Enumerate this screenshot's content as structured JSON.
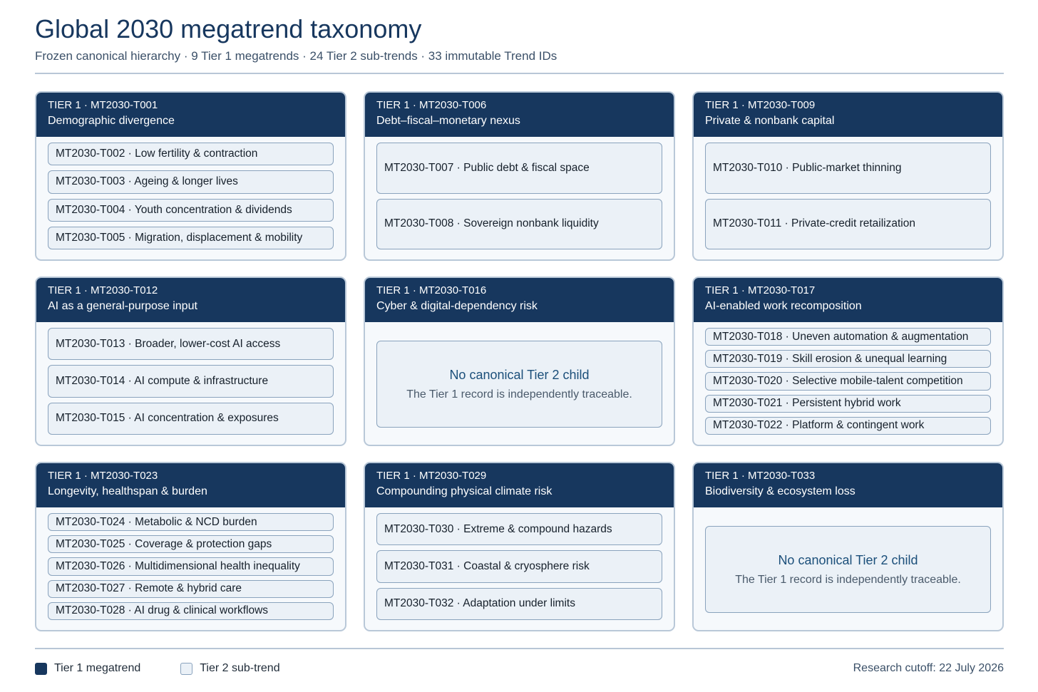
{
  "header": {
    "title": "Global 2030 megatrend taxonomy",
    "subtitle": "Frozen canonical hierarchy · 9 Tier 1 megatrends · 24 Tier 2 sub-trends · 33 immutable Trend IDs"
  },
  "empty_state": {
    "title": "No canonical Tier 2 child",
    "note": "The Tier 1 record is independently traceable."
  },
  "cards": [
    {
      "id_label": "TIER 1 · MT2030-T001",
      "name": "Demographic divergence",
      "children": [
        "MT2030-T002 · Low fertility & contraction",
        "MT2030-T003 · Ageing & longer lives",
        "MT2030-T004 · Youth concentration & dividends",
        "MT2030-T005 · Migration, displacement & mobility"
      ]
    },
    {
      "id_label": "TIER 1 · MT2030-T006",
      "name": "Debt–fiscal–monetary nexus",
      "children": [
        "MT2030-T007 · Public debt & fiscal space",
        "MT2030-T008 · Sovereign nonbank liquidity"
      ]
    },
    {
      "id_label": "TIER 1 · MT2030-T009",
      "name": "Private & nonbank capital",
      "children": [
        "MT2030-T010 · Public-market thinning",
        "MT2030-T011 · Private-credit retailization"
      ]
    },
    {
      "id_label": "TIER 1 · MT2030-T012",
      "name": "AI as a general-purpose input",
      "children": [
        "MT2030-T013 · Broader, lower-cost AI access",
        "MT2030-T014 · AI compute & infrastructure",
        "MT2030-T015 · AI concentration & exposures"
      ]
    },
    {
      "id_label": "TIER 1 · MT2030-T016",
      "name": "Cyber & digital-dependency risk",
      "children": []
    },
    {
      "id_label": "TIER 1 · MT2030-T017",
      "name": "AI-enabled work recomposition",
      "children": [
        "MT2030-T018 · Uneven automation & augmentation",
        "MT2030-T019 · Skill erosion & unequal learning",
        "MT2030-T020 · Selective mobile-talent competition",
        "MT2030-T021 · Persistent hybrid work",
        "MT2030-T022 · Platform & contingent work"
      ]
    },
    {
      "id_label": "TIER 1 · MT2030-T023",
      "name": "Longevity, healthspan & burden",
      "children": [
        "MT2030-T024 · Metabolic & NCD burden",
        "MT2030-T025 · Coverage & protection gaps",
        "MT2030-T026 · Multidimensional health inequality",
        "MT2030-T027 · Remote & hybrid care",
        "MT2030-T028 · AI drug & clinical workflows"
      ]
    },
    {
      "id_label": "TIER 1 · MT2030-T029",
      "name": "Compounding physical climate risk",
      "children": [
        "MT2030-T030 · Extreme & compound hazards",
        "MT2030-T031 · Coastal & cryosphere risk",
        "MT2030-T032 · Adaptation under limits"
      ]
    },
    {
      "id_label": "TIER 1 · MT2030-T033",
      "name": "Biodiversity & ecosystem loss",
      "children": []
    }
  ],
  "legend": {
    "tier1": "Tier 1 megatrend",
    "tier2": "Tier 2 sub-trend"
  },
  "footer": {
    "cutoff": "Research cutoff: 22 July 2026"
  },
  "colors": {
    "tier1_fill": "#17375e",
    "tier2_fill": "#ebf1f7",
    "tier2_border": "#8aa3bd",
    "card_border": "#b9c8d8"
  }
}
